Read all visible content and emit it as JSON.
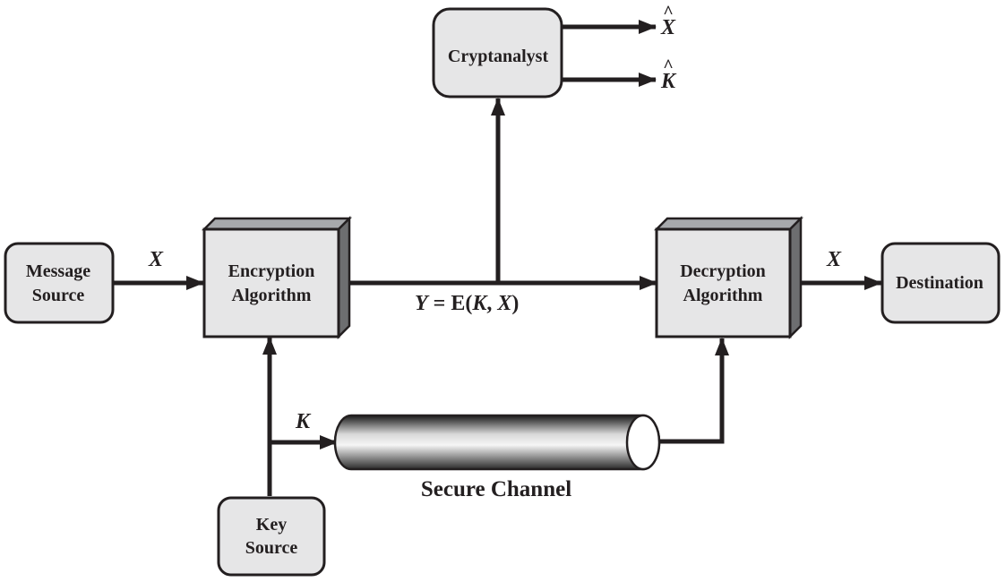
{
  "nodes": {
    "message_source": [
      "Message",
      "Source"
    ],
    "encryption": [
      "Encryption",
      "Algorithm"
    ],
    "cryptanalyst": "Cryptanalyst",
    "decryption": [
      "Decryption",
      "Algorithm"
    ],
    "destination": "Destination",
    "key_source": [
      "Key",
      "Source"
    ]
  },
  "edge_labels": {
    "plaintext_in": "X",
    "plaintext_out": "X",
    "key": "K",
    "x_estimate": "X",
    "k_estimate": "K",
    "hat": "^",
    "ciphertext": {
      "y": "Y",
      "eq": " = E(",
      "k": "K",
      "comma": ", ",
      "x": "X",
      "close": ")"
    }
  },
  "channel_label": "Secure Channel",
  "colors": {
    "box_fill": "#e6e6e7",
    "stroke": "#231f20",
    "cube_side": "#6d6e70",
    "cube_top": "#a7a9ac"
  }
}
